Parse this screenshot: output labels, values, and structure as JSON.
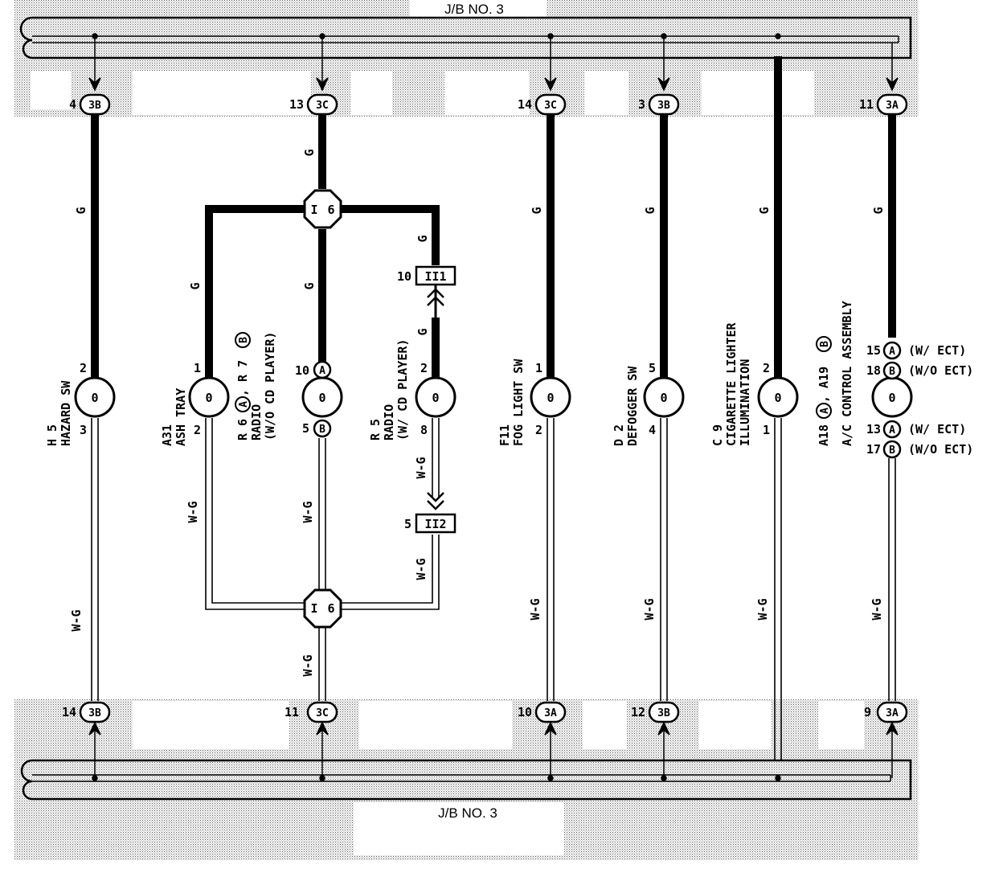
{
  "junction_block": {
    "top_label": "J/B NO. 3",
    "bottom_label": "J/B NO. 3"
  },
  "wire_colors": {
    "g": "G",
    "wg": "W-G"
  },
  "top_terminals": [
    {
      "pin": "4",
      "conn": "3B"
    },
    {
      "pin": "13",
      "conn": "3C"
    },
    {
      "pin": "14",
      "conn": "3C"
    },
    {
      "pin": "3",
      "conn": "3B"
    },
    {
      "pin": "11",
      "conn": "3A"
    }
  ],
  "bottom_terminals": [
    {
      "pin": "14",
      "conn": "3B"
    },
    {
      "pin": "11",
      "conn": "3C"
    },
    {
      "pin": "10",
      "conn": "3A"
    },
    {
      "pin": "12",
      "conn": "3B"
    },
    {
      "pin": "9",
      "conn": "3A"
    }
  ],
  "junction_connectors": {
    "i6_top": {
      "a": "I",
      "b": "6"
    },
    "i6_bottom": {
      "a": "I",
      "b": "6"
    },
    "ii1": {
      "pin": "10",
      "name": "II1"
    },
    "ii2": {
      "pin": "5",
      "name": "II2"
    }
  },
  "components": {
    "hazard": {
      "code": "H 5",
      "name": "HAZARD SW",
      "pin_top": "2",
      "pin_bottom": "3"
    },
    "ash": {
      "code": "A31",
      "name": "ASH TRAY",
      "pin_top": "1",
      "pin_bottom": "2"
    },
    "radio1": {
      "code_prefix": "R 6",
      "a": "A",
      "mid": ", R 7",
      "b": "B",
      "line1": "RADIO",
      "line2": "(W/O CD PLAYER)",
      "pin_top": "10",
      "pin_bottom": "5",
      "pin_top_conn": "A",
      "pin_bottom_conn": "B"
    },
    "radio2": {
      "code": "R 5",
      "line1": "RADIO",
      "line2": "(W/ CD PLAYER)",
      "pin_top": "2",
      "pin_bottom": "8"
    },
    "fog": {
      "code": "F11",
      "name": "FOG LIGHT SW",
      "pin_top": "1",
      "pin_bottom": "2"
    },
    "defogger": {
      "code": "D 2",
      "name": "DEFOGGER SW",
      "pin_top": "5",
      "pin_bottom": "4"
    },
    "cigar": {
      "code": "C 9",
      "line1": "CIGARETTE LIGHTER",
      "line2": "ILLUMINATION",
      "pin_top": "2",
      "pin_bottom": "1"
    },
    "ac": {
      "code_prefix": "A18",
      "a": "A",
      "mid": ", A19",
      "b": "B",
      "name": "A/C CONTROL ASSEMBLY",
      "pins": [
        {
          "pin": "15",
          "conn": "A",
          "note": "(W/ ECT)"
        },
        {
          "pin": "18",
          "conn": "B",
          "note": "(W/O ECT)"
        },
        {
          "pin": "13",
          "conn": "A",
          "note": "(W/ ECT)"
        },
        {
          "pin": "17",
          "conn": "B",
          "note": "(W/O ECT)"
        }
      ]
    }
  },
  "bulb_symbol": "0",
  "icons": {
    "arrow": "arrow-down-icon",
    "bulb": "bulb-icon"
  }
}
